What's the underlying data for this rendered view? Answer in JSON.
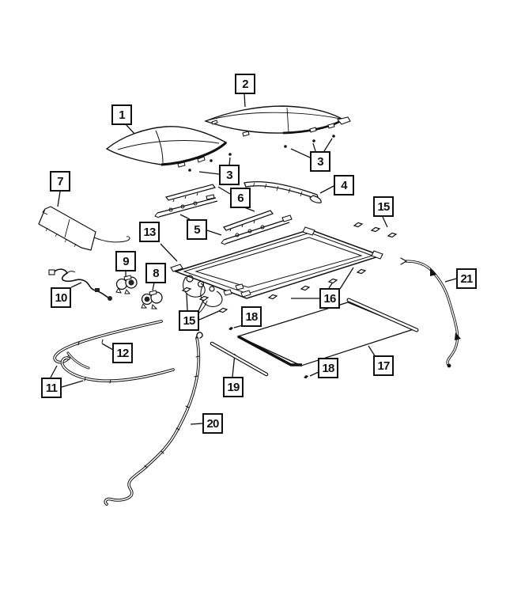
{
  "diagram": {
    "kind": "exploded-parts-line-art",
    "colors": {
      "background": "#ffffff",
      "line": "#111111"
    },
    "callouts": [
      {
        "label": "1"
      },
      {
        "label": "2"
      },
      {
        "label": "3"
      },
      {
        "label": "3"
      },
      {
        "label": "4"
      },
      {
        "label": "5"
      },
      {
        "label": "6"
      },
      {
        "label": "7"
      },
      {
        "label": "8"
      },
      {
        "label": "9"
      },
      {
        "label": "10"
      },
      {
        "label": "11"
      },
      {
        "label": "12"
      },
      {
        "label": "13"
      },
      {
        "label": "15"
      },
      {
        "label": "15"
      },
      {
        "label": "16"
      },
      {
        "label": "17"
      },
      {
        "label": "18"
      },
      {
        "label": "18"
      },
      {
        "label": "19"
      },
      {
        "label": "20"
      },
      {
        "label": "21"
      }
    ]
  }
}
